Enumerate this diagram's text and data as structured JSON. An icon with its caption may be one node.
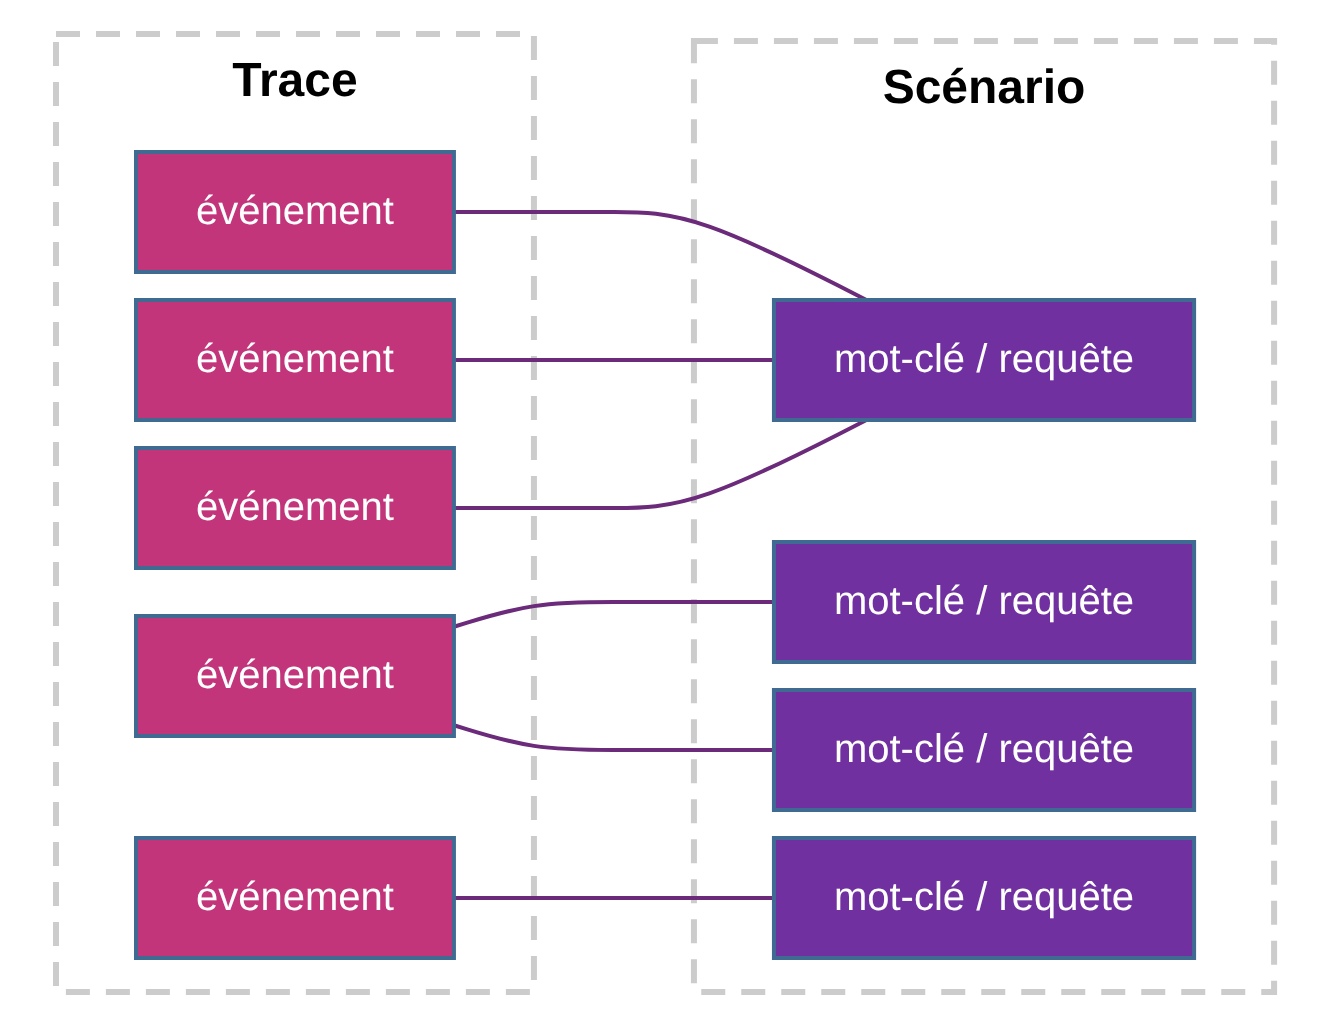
{
  "diagram": {
    "nodes": [
      {
        "text": [
          "Trace"
        ]
      },
      {
        "text": [
          "événement"
        ],
        "in": 0
      },
      {
        "text": [
          "événement"
        ],
        "in": 0
      },
      {
        "text": [
          "événement"
        ],
        "in": 0
      },
      {
        "text": [
          "événement"
        ],
        "in": 0
      },
      {
        "text": [
          "événement"
        ],
        "in": 0
      },
      {
        "text": [
          "Scénario"
        ]
      },
      {
        "text": [
          "mot-clé / requête"
        ],
        "in": 6
      },
      {
        "text": [
          "mot-clé / requête"
        ],
        "in": 6
      },
      {
        "text": [
          "mot-clé / requête"
        ],
        "in": 6
      },
      {
        "text": [
          "mot-clé / requête"
        ],
        "in": 6
      }
    ],
    "edges": [
      {
        "from": 1,
        "to": 7,
        "arrow": "none"
      },
      {
        "from": 2,
        "to": 7,
        "arrow": "none"
      },
      {
        "from": 3,
        "to": 7,
        "arrow": "none"
      },
      {
        "from": 4,
        "to": 8,
        "arrow": "none"
      },
      {
        "from": 4,
        "to": 9,
        "arrow": "none"
      },
      {
        "from": 5,
        "to": 10,
        "arrow": "none"
      }
    ]
  }
}
